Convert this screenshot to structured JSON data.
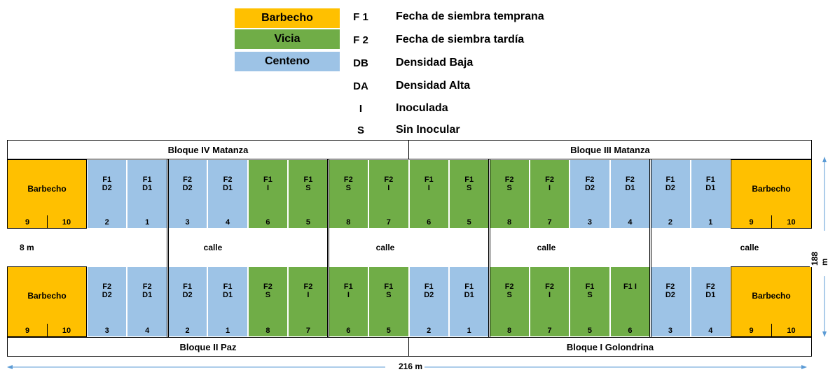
{
  "legend": {
    "boxes": [
      {
        "label": "Barbecho",
        "color": "#FFC000"
      },
      {
        "label": "Vicia",
        "color": "#70AD47"
      },
      {
        "label": "Centeno",
        "color": "#9DC3E6"
      }
    ],
    "items": [
      {
        "code": "F 1",
        "desc": "Fecha de siembra temprana"
      },
      {
        "code": "F 2",
        "desc": "Fecha de siembra tardía"
      },
      {
        "code": "DB",
        "desc": "Densidad Baja"
      },
      {
        "code": "DA",
        "desc": "Densidad Alta"
      },
      {
        "code": "I",
        "desc": "Inoculada"
      },
      {
        "code": "S",
        "desc": "Sin Inocular"
      }
    ]
  },
  "colors": {
    "barbecho": "#FFC000",
    "vicia": "#70AD47",
    "centeno": "#9DC3E6"
  },
  "blocks": {
    "top_left": "Bloque IV Matanza",
    "top_right": "Bloque III Matanza",
    "bottom_left": "Bloque II Paz",
    "bottom_right": "Bloque I Golondrina"
  },
  "top_row": {
    "barbecho_left": {
      "label": "Barbecho",
      "n1": "9",
      "n2": "10"
    },
    "barbecho_right": {
      "label": "Barbecho",
      "n1": "9",
      "n2": "10"
    },
    "plots": [
      {
        "crop": "centeno",
        "label": "F1\nD2",
        "num": "2"
      },
      {
        "crop": "centeno",
        "label": "F1\nD1",
        "num": "1"
      },
      {
        "crop": "centeno",
        "label": "F2\nD2",
        "num": "3"
      },
      {
        "crop": "centeno",
        "label": "F2\nD1",
        "num": "4"
      },
      {
        "crop": "vicia",
        "label": "F1\nI",
        "num": "6"
      },
      {
        "crop": "vicia",
        "label": "F1\nS",
        "num": "5"
      },
      {
        "crop": "vicia",
        "label": "F2\nS",
        "num": "8"
      },
      {
        "crop": "vicia",
        "label": "F2\nI",
        "num": "7"
      },
      {
        "crop": "vicia",
        "label": "F1\nI",
        "num": "6"
      },
      {
        "crop": "vicia",
        "label": "F1\nS",
        "num": "5"
      },
      {
        "crop": "vicia",
        "label": "F2\nS",
        "num": "8"
      },
      {
        "crop": "vicia",
        "label": "F2\nI",
        "num": "7"
      },
      {
        "crop": "centeno",
        "label": "F2\nD2",
        "num": "3"
      },
      {
        "crop": "centeno",
        "label": "F2\nD1",
        "num": "4"
      },
      {
        "crop": "centeno",
        "label": "F1\nD2",
        "num": "2"
      },
      {
        "crop": "centeno",
        "label": "F1\nD1",
        "num": "1"
      }
    ]
  },
  "bottom_row": {
    "barbecho_left": {
      "label": "Barbecho",
      "n1": "9",
      "n2": "10"
    },
    "barbecho_right": {
      "label": "Barbecho",
      "n1": "9",
      "n2": "10"
    },
    "plots": [
      {
        "crop": "centeno",
        "label": "F2\nD2",
        "num": "3"
      },
      {
        "crop": "centeno",
        "label": "F2\nD1",
        "num": "4"
      },
      {
        "crop": "centeno",
        "label": "F1\nD2",
        "num": "2"
      },
      {
        "crop": "centeno",
        "label": "F1\nD1",
        "num": "1"
      },
      {
        "crop": "vicia",
        "label": "F2\nS",
        "num": "8"
      },
      {
        "crop": "vicia",
        "label": "F2\nI",
        "num": "7"
      },
      {
        "crop": "vicia",
        "label": "F1\nI",
        "num": "6"
      },
      {
        "crop": "vicia",
        "label": "F1\nS",
        "num": "5"
      },
      {
        "crop": "centeno",
        "label": "F1\nD2",
        "num": "2"
      },
      {
        "crop": "centeno",
        "label": "F1\nD1",
        "num": "1"
      },
      {
        "crop": "vicia",
        "label": "F2\nS",
        "num": "8"
      },
      {
        "crop": "vicia",
        "label": "F2\nI",
        "num": "7"
      },
      {
        "crop": "vicia",
        "label": "F1\nS",
        "num": "5"
      },
      {
        "crop": "vicia",
        "label": "F1       I",
        "num": "6"
      },
      {
        "crop": "centeno",
        "label": "F2\nD2",
        "num": "3"
      },
      {
        "crop": "centeno",
        "label": "F2\nD1",
        "num": "4"
      }
    ]
  },
  "street": {
    "gap_label": "8 m",
    "labels": [
      "calle",
      "calle",
      "calle",
      "calle"
    ]
  },
  "dimensions": {
    "width": "216 m",
    "height": "188 m"
  }
}
